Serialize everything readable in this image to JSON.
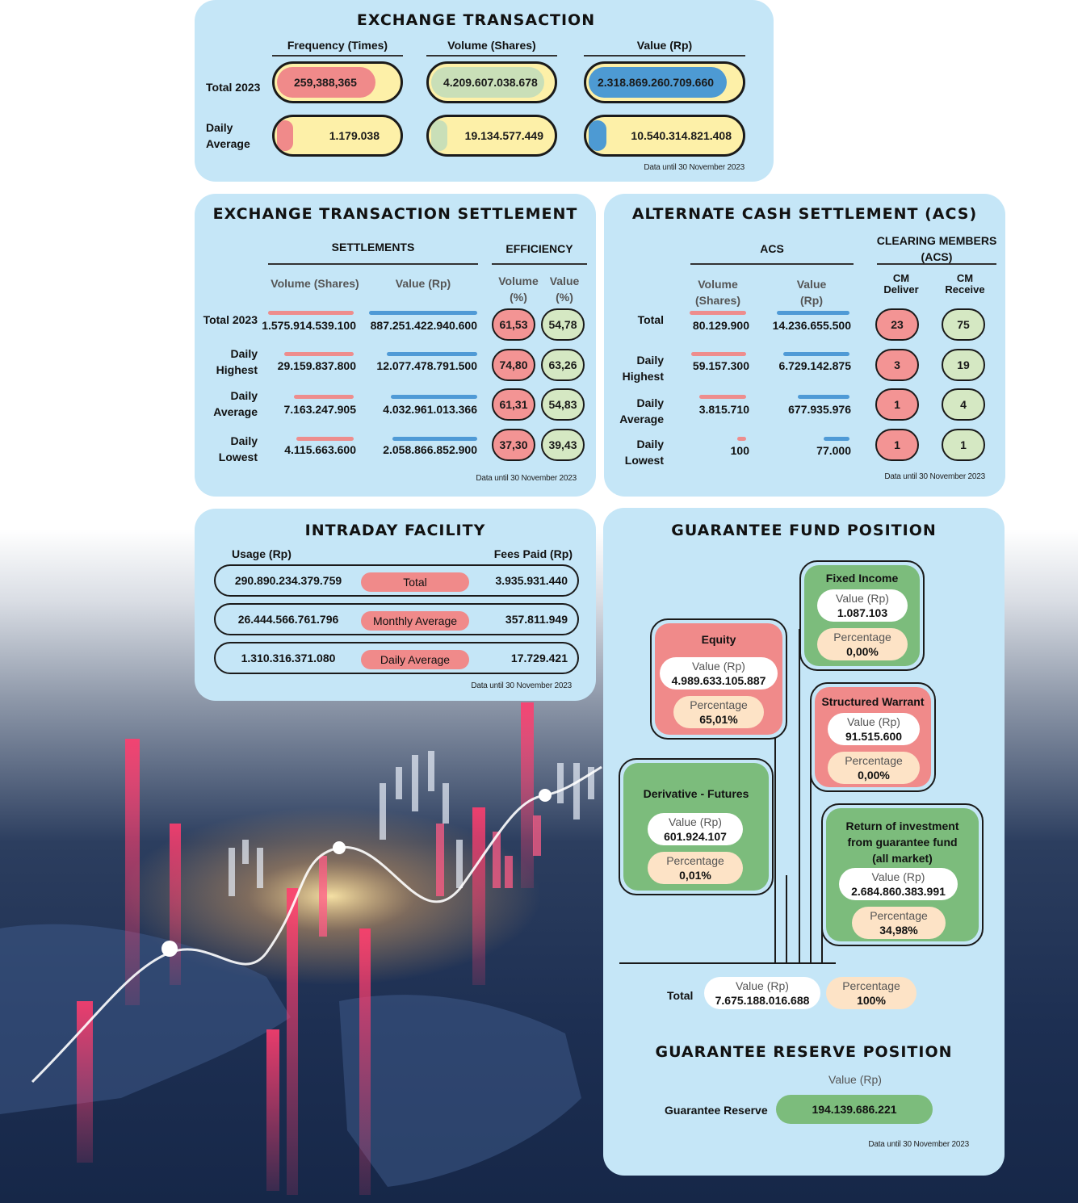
{
  "exchange_transaction": {
    "title": "EXCHANGE TRANSACTION",
    "col_frequency": "Frequency (Times)",
    "col_volume": "Volume (Shares)",
    "col_value": "Value (Rp)",
    "row_total": "Total 2023",
    "row_daily_1": "Daily",
    "row_daily_2": "Average",
    "total_frequency": "259,388,365",
    "total_volume": "4.209.607.038.678",
    "total_value": "2.318.869.260.709.660",
    "daily_frequency": "1.179.038",
    "daily_volume": "19.134.577.449",
    "daily_value": "10.540.314.821.408",
    "note": "Data until 30 November 2023"
  },
  "settlement": {
    "title": "EXCHANGE TRANSACTION SETTLEMENT",
    "group_settlements": "SETTLEMENTS",
    "group_efficiency": "EFFICIENCY",
    "col_volume": "Volume (Shares)",
    "col_value": "Value (Rp)",
    "col_eff_volume_1": "Volume",
    "col_eff_volume_2": "(%)",
    "col_eff_value_1": "Value",
    "col_eff_value_2": "(%)",
    "rows": [
      {
        "label1": "Total 2023",
        "label2": "",
        "volume": "1.575.914.539.100",
        "value": "887.251.422.940.600",
        "eff_volume": "61,53",
        "eff_value": "54,78"
      },
      {
        "label1": "Daily",
        "label2": "Highest",
        "volume": "29.159.837.800",
        "value": "12.077.478.791.500",
        "eff_volume": "74,80",
        "eff_value": "63,26"
      },
      {
        "label1": "Daily",
        "label2": "Average",
        "volume": "7.163.247.905",
        "value": "4.032.961.013.366",
        "eff_volume": "61,31",
        "eff_value": "54,83"
      },
      {
        "label1": "Daily",
        "label2": "Lowest",
        "volume": "4.115.663.600",
        "value": "2.058.866.852.900",
        "eff_volume": "37,30",
        "eff_value": "39,43"
      }
    ],
    "note": "Data until 30 November 2023"
  },
  "acs": {
    "title": "ALTERNATE CASH SETTLEMENT (ACS)",
    "group_acs": "ACS",
    "group_cm_1": "CLEARING MEMBERS",
    "group_cm_2": "(ACS)",
    "col_volume_1": "Volume",
    "col_volume_2": "(Shares)",
    "col_value_1": "Value",
    "col_value_2": "(Rp)",
    "col_deliver_1": "CM",
    "col_deliver_2": "Deliver",
    "col_receive_1": "CM",
    "col_receive_2": "Receive",
    "rows": [
      {
        "label1": "Total",
        "label2": "",
        "volume": "80.129.900",
        "value": "14.236.655.500",
        "deliver": "23",
        "receive": "75"
      },
      {
        "label1": "Daily",
        "label2": "Highest",
        "volume": "59.157.300",
        "value": "6.729.142.875",
        "deliver": "3",
        "receive": "19"
      },
      {
        "label1": "Daily",
        "label2": "Average",
        "volume": "3.815.710",
        "value": "677.935.976",
        "deliver": "1",
        "receive": "4"
      },
      {
        "label1": "Daily",
        "label2": "Lowest",
        "volume": "100",
        "value": "77.000",
        "deliver": "1",
        "receive": "1"
      }
    ],
    "note": "Data until 30 November 2023"
  },
  "intraday": {
    "title": "INTRADAY FACILITY",
    "col_usage": "Usage (Rp)",
    "col_fees": "Fees Paid (Rp)",
    "rows": [
      {
        "usage": "290.890.234.379.759",
        "label": "Total",
        "fees": "3.935.931.440"
      },
      {
        "usage": "26.444.566.761.796",
        "label": "Monthly Average",
        "fees": "357.811.949"
      },
      {
        "usage": "1.310.316.371.080",
        "label": "Daily Average",
        "fees": "17.729.421"
      }
    ],
    "note": "Data until 30 November 2023"
  },
  "guarantee_fund": {
    "title": "GUARANTEE FUND POSITION",
    "value_key": "Value (Rp)",
    "percentage_key": "Percentage",
    "equity": {
      "title": "Equity",
      "value": "4.989.633.105.887",
      "percentage": "65,01%"
    },
    "fixed_income": {
      "title": "Fixed Income",
      "value": "1.087.103",
      "percentage": "0,00%"
    },
    "structured_warrant": {
      "title": "Structured Warrant",
      "value": "91.515.600",
      "percentage": "0,00%"
    },
    "derivative": {
      "title": "Derivative - Futures",
      "value": "601.924.107",
      "percentage": "0,01%"
    },
    "return_investment": {
      "title_1": "Return of investment",
      "title_2": "from guarantee fund",
      "title_3": "(all market)",
      "value": "2.684.860.383.991",
      "percentage": "34,98%"
    },
    "total_label": "Total",
    "total_value": "7.675.188.016.688",
    "total_percentage": "100%"
  },
  "guarantee_reserve": {
    "title": "GUARANTEE RESERVE POSITION",
    "value_key": "Value (Rp)",
    "label": "Guarantee Reserve",
    "value": "194.139.686.221",
    "note": "Data until 30 November 2023"
  },
  "fills": {
    "freq_total": 0.78,
    "vol_total": 0.9,
    "val_total": 0.88,
    "freq_daily": 0.1,
    "vol_daily": 0.1,
    "val_daily": 0.1
  },
  "colors": {
    "panel": "#c5e6f7",
    "red": "#f08a8a",
    "blue": "#4d9ad3",
    "pale_green": "#c9dfb8",
    "green": "#7cbc7c",
    "yellow": "#fdf0a8",
    "peach": "#fde3c6"
  }
}
